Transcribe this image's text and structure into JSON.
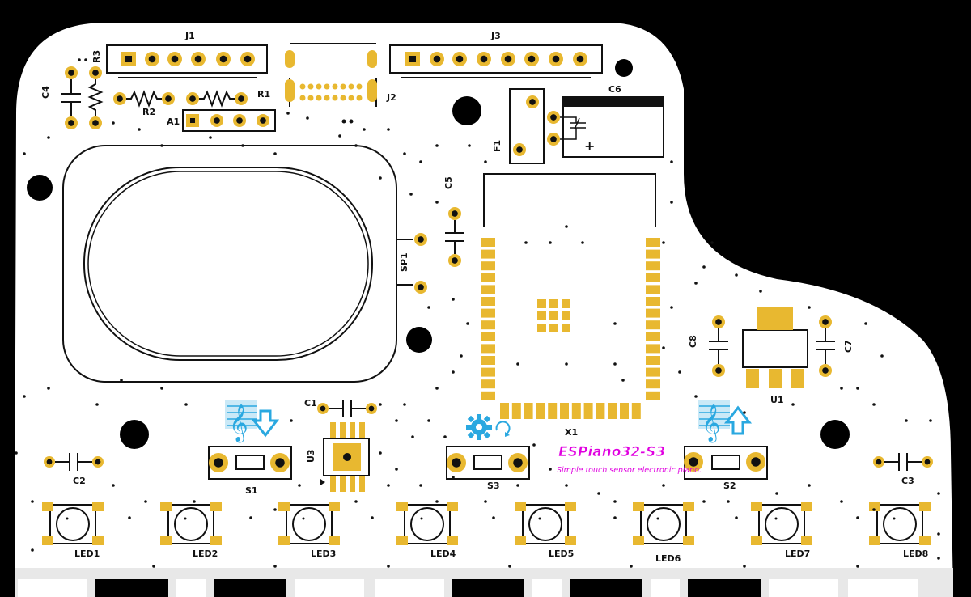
{
  "board": {
    "logo": "ESPiano32-S3",
    "tagline": "Simple touch sensor  electronic piano."
  },
  "labels": {
    "j1": "J1",
    "j2": "J2",
    "j3": "J3",
    "r1": "R1",
    "r2": "R2",
    "r3": "R3",
    "a1": "A1",
    "c1": "C1",
    "c2": "C2",
    "c3": "C3",
    "c4": "C4",
    "c5": "C5",
    "c6": "C6",
    "c7": "C7",
    "c8": "C8",
    "f1": "F1",
    "sp1": "SP1",
    "u1": "U1",
    "u3": "U3",
    "x1": "X1",
    "s1": "S1",
    "s2": "S2",
    "s3": "S3",
    "led1": "LED1",
    "led2": "LED2",
    "led3": "LED3",
    "led4": "LED4",
    "led5": "LED5",
    "led6": "LED6",
    "led7": "LED7",
    "led8": "LED8",
    "plus": "+"
  },
  "colors": {
    "board": "#ffffff",
    "background": "#000000",
    "pad": "#e8b830",
    "silkscreen": "#111111",
    "logo": "#e000e0",
    "icon": "#2aa8e0"
  },
  "icons": [
    "music-note-down-icon",
    "gear-refresh-icon",
    "music-note-up-icon"
  ]
}
